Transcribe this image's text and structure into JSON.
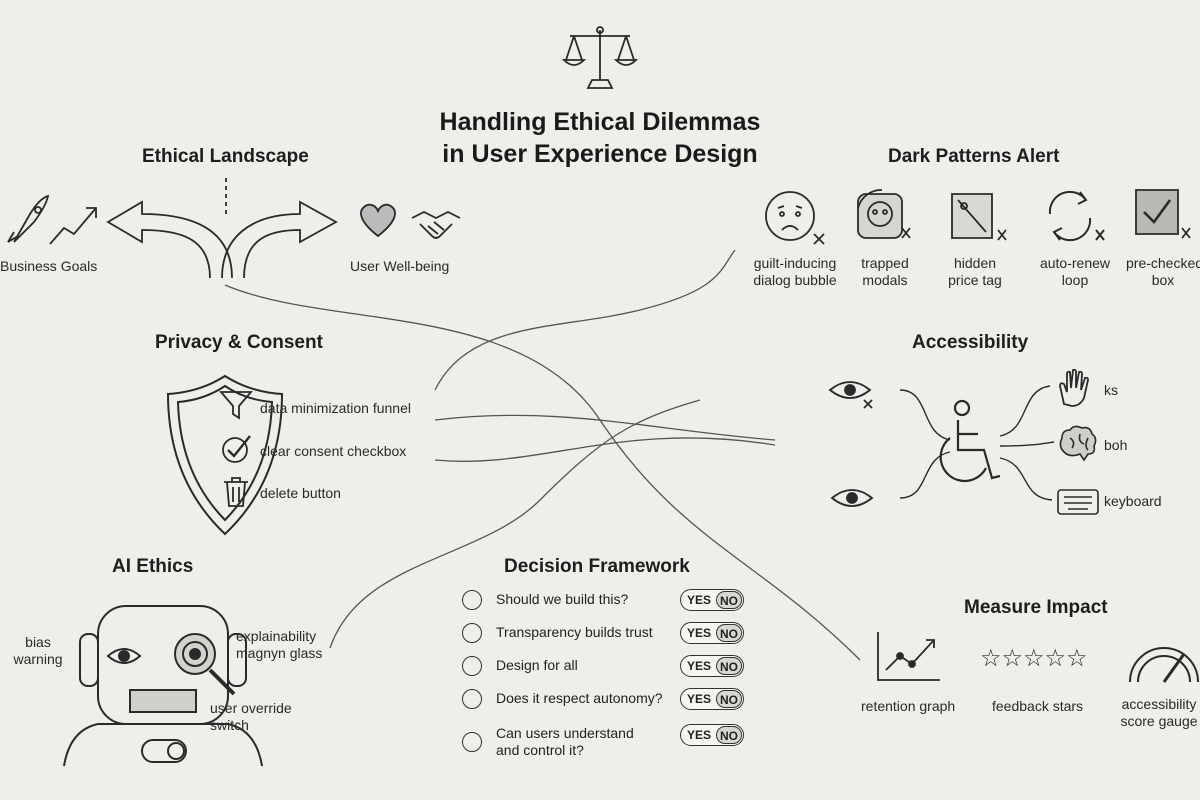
{
  "title": {
    "line1": "Handling Ethical Dilemmas",
    "line2": "in User Experience Design"
  },
  "ethical_landscape": {
    "heading": "Ethical Landscape",
    "left_label": "Business Goals",
    "right_label": "User Well-being"
  },
  "dark_patterns": {
    "heading": "Dark Patterns Alert",
    "items": [
      {
        "line1": "guilt-inducing",
        "line2": "dialog bubble"
      },
      {
        "line1": "trapped",
        "line2": "modals"
      },
      {
        "line1": "hidden",
        "line2": "price tag"
      },
      {
        "line1": "auto-renew",
        "line2": "loop"
      },
      {
        "line1": "pre-checked",
        "line2": "box"
      }
    ]
  },
  "privacy": {
    "heading": "Privacy & Consent",
    "items": [
      "data minimization funnel",
      "clear consent checkbox",
      "delete button"
    ]
  },
  "accessibility": {
    "heading": "Accessibility",
    "labels": [
      "ks",
      "boh",
      "keyboard"
    ]
  },
  "ai_ethics": {
    "heading": "AI Ethics",
    "bias": {
      "line1": "bias",
      "line2": "warning"
    },
    "explain": {
      "line1": "explainability",
      "line2": "magnyn glass"
    },
    "override": {
      "line1": "user override",
      "line2": "switch"
    }
  },
  "decision_framework": {
    "heading": "Decision Framework",
    "questions": [
      "Should we build this?",
      "Transparency builds trust",
      "Design for all",
      "Does it respect autonomy?",
      "Can users understand and control it?"
    ],
    "yes_label": "YES",
    "no_label": "NO"
  },
  "measure_impact": {
    "heading": "Measure Impact",
    "items": [
      {
        "line1": "retention graph",
        "line2": ""
      },
      {
        "line1": "feedback stars",
        "line2": ""
      },
      {
        "line1": "accessibility",
        "line2": "score gauge"
      }
    ]
  },
  "colors": {
    "background": "#efeeea",
    "ink": "#2a2a2a",
    "toggle_no": "#d8d7d2"
  }
}
